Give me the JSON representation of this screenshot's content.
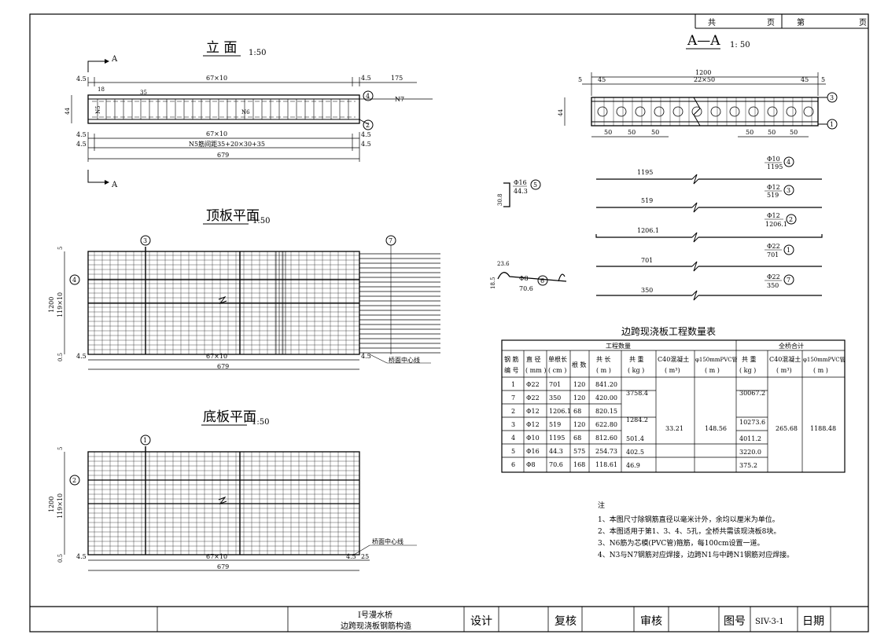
{
  "header_box": {
    "total_label": "共",
    "page_label": "页",
    "no_label": "第",
    "page_label2": "页"
  },
  "views": {
    "elevation": {
      "title": "立 面",
      "scale": "1:50",
      "section_mark": "A",
      "dims": {
        "d45": "4.5",
        "span_top": "67×10",
        "d175": "175",
        "d18": "18",
        "d35": "35",
        "d44": "44",
        "span_mid": "67×10",
        "n5_spacing": "N5筋间距35+20×30+35",
        "total": "679",
        "n7": "N7"
      },
      "labels": {
        "n5": "N5",
        "n6": "N6",
        "n4": "4",
        "n2": "2"
      }
    },
    "section": {
      "title": "A—A",
      "scale": "1: 50",
      "dims": {
        "total": "1200",
        "d5": "5",
        "d45": "45",
        "mid": "22×50",
        "d50": "50",
        "d44": "44"
      },
      "labels": {
        "n3": "3",
        "n1": "1"
      }
    },
    "top_plan": {
      "title": "顶板平面",
      "scale": "1:50",
      "dims": {
        "d5": "5",
        "span_v": "119×10",
        "h1200": "1200",
        "d05": "0.5",
        "d45": "4.5",
        "span_h": "67×10",
        "total": "679"
      },
      "centerline": "桥面中心线",
      "marks": {
        "a": "3",
        "b": "7",
        "c": "4"
      }
    },
    "bottom_plan": {
      "title": "底板平面",
      "scale": "1:50",
      "dims": {
        "d5": "5",
        "span_v": "119×10",
        "h1200": "1200",
        "d05": "0.5",
        "d45": "4.5",
        "span_h": "67×10",
        "d25": "25",
        "total": "679"
      },
      "centerline": "桥面中心线",
      "marks": {
        "a": "1",
        "b": "2"
      }
    }
  },
  "bars": [
    {
      "no": "4",
      "spec": "Φ10",
      "len": "1195"
    },
    {
      "no": "3",
      "spec": "Φ12",
      "len": "519"
    },
    {
      "no": "2",
      "spec": "Φ12",
      "len": "1206.1"
    },
    {
      "no": "1",
      "spec": "Φ22",
      "len": "701"
    },
    {
      "no": "7",
      "spec": "Φ22",
      "len": "350"
    }
  ],
  "bar5": {
    "no": "5",
    "spec": "Φ16",
    "len": "44.3",
    "h": "30.8"
  },
  "bar6": {
    "no": "6",
    "spec": "Φ8",
    "len": "70.6",
    "a": "23.6",
    "h": "18.5"
  },
  "table": {
    "title": "边跨现浇板工程数量表",
    "group1": "工程数量",
    "group2": "全桥合计",
    "headers": {
      "no": [
        "钢 筋",
        "编 号"
      ],
      "dia": [
        "直 径",
        "( mm )"
      ],
      "each_len": [
        "单根长",
        "( cm )"
      ],
      "count": "根 数",
      "total_len": [
        "共 长",
        "( m )"
      ],
      "weight": [
        "共 重",
        "( kg )"
      ],
      "c40": [
        "C40混凝土",
        "( m³)"
      ],
      "pvc": [
        "φ150mmPVC管",
        "( m )"
      ],
      "all_weight": [
        "共 重",
        "( kg )"
      ],
      "all_c40": [
        "C40混凝土",
        "( m³)"
      ],
      "all_pvc": [
        "φ150mmPVC管",
        "( m )"
      ]
    },
    "rows": [
      {
        "no": "1",
        "dia": "Φ22",
        "each_len": "701",
        "count": "120",
        "total_len": "841.20"
      },
      {
        "no": "7",
        "dia": "Φ22",
        "each_len": "350",
        "count": "120",
        "total_len": "420.00"
      },
      {
        "no": "2",
        "dia": "Φ12",
        "each_len": "1206.1",
        "count": "68",
        "total_len": "820.15"
      },
      {
        "no": "3",
        "dia": "Φ12",
        "each_len": "519",
        "count": "120",
        "total_len": "622.80"
      },
      {
        "no": "4",
        "dia": "Φ10",
        "each_len": "1195",
        "count": "68",
        "total_len": "812.60"
      },
      {
        "no": "5",
        "dia": "Φ16",
        "each_len": "44.3",
        "count": "575",
        "total_len": "254.73"
      },
      {
        "no": "6",
        "dia": "Φ8",
        "each_len": "70.6",
        "count": "168",
        "total_len": "118.61"
      }
    ],
    "weights": [
      "3758.4",
      "1284.2",
      "501.4",
      "402.5",
      "46.9"
    ],
    "c40": "33.21",
    "pvc": "148.56",
    "all_weights": [
      "30067.2",
      "10273.6",
      "4011.2",
      "3220.0",
      "375.2"
    ],
    "all_c40": "265.68",
    "all_pvc": "1188.48"
  },
  "notes": {
    "title": "注",
    "items": [
      "1、本图尺寸除钢筋直径以毫米计外，余均以厘米为单位。",
      "2、本图适用于第1、3、4、5孔，全桥共需该现浇板8块。",
      "3、N6筋为芯模(PVC管)箍筋，每100cm设置一道。",
      "4、N3与N7钢筋对应焊接，边跨N1与中跨N1钢筋对应焊接。"
    ]
  },
  "title_block": {
    "project": "I号漫水桥",
    "drawing": "边跨现浇板钢筋构造",
    "design": "设计",
    "check": "复核",
    "review": "审核",
    "drawing_no_label": "图号",
    "drawing_no": "SIV-3-1",
    "date": "日期"
  }
}
